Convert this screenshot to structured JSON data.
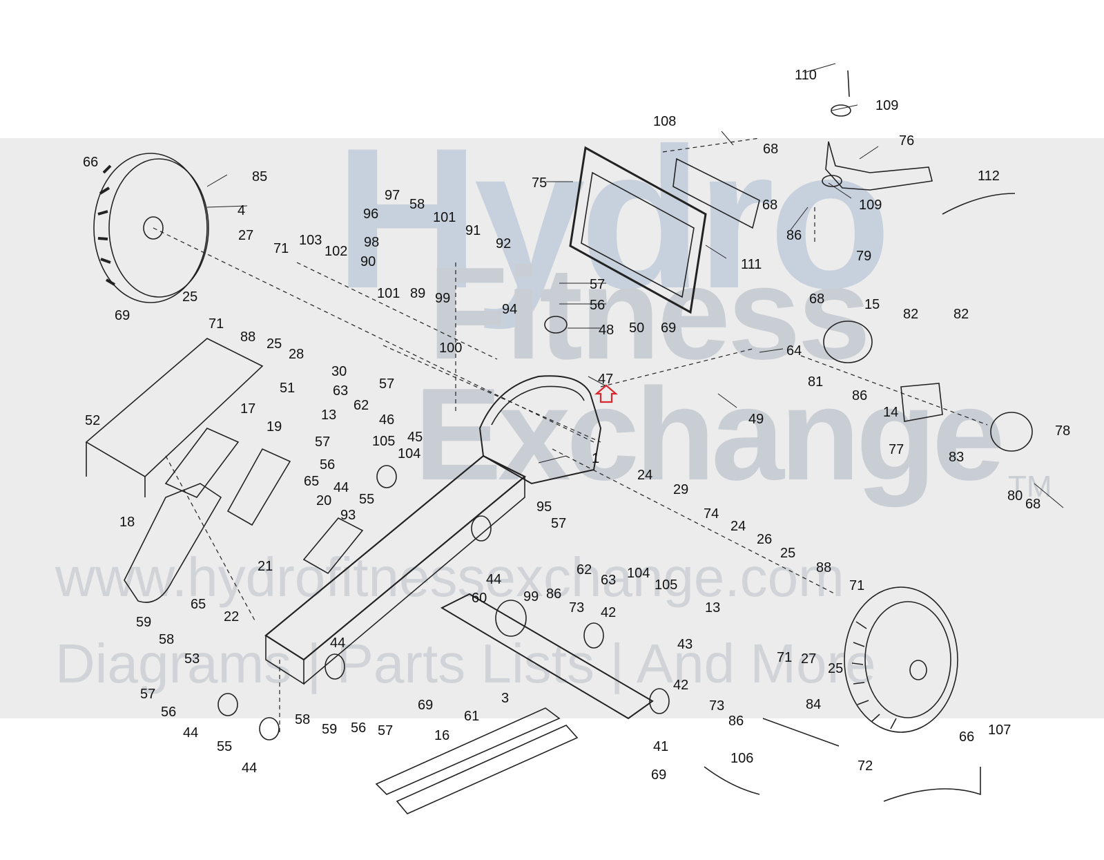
{
  "watermark": {
    "line1": "Hydro",
    "line2": "Fitness",
    "line3": "Exchange",
    "tm": "TM",
    "url": "www.hydrofitnessexchange.com",
    "tagline": "Diagrams | Parts Lists | And More"
  },
  "colors": {
    "line": "#222222",
    "band": "#ececec",
    "watermark": "#c9ced6",
    "pointer_arrow": "#d9262c"
  },
  "callouts": {
    "c110": "110",
    "c109a": "109",
    "c108": "108",
    "c68a": "68",
    "c76": "76",
    "c75": "75",
    "c68b": "68",
    "c109b": "109",
    "c112": "112",
    "c86a": "86",
    "c79": "79",
    "c111": "111",
    "c66a": "66",
    "c85": "85",
    "c4": "4",
    "c97": "97",
    "c58a": "58",
    "c96": "96",
    "c101a": "101",
    "c91": "91",
    "c98": "98",
    "c103": "103",
    "c102": "102",
    "c71a": "71",
    "c27a": "27",
    "c92": "92",
    "c90": "90",
    "c101b": "101",
    "c89": "89",
    "c25a": "25",
    "c94": "94",
    "c99a": "99",
    "c57a": "57",
    "c56a": "56",
    "c48": "48",
    "c68c": "68",
    "c15": "15",
    "c82a": "82",
    "c82b": "82",
    "c69a": "69",
    "c71b": "71",
    "c88a": "88",
    "c25b": "25",
    "c28": "28",
    "c100": "100",
    "c50": "50",
    "c69b": "69",
    "c64": "64",
    "c30": "30",
    "c47": "47",
    "c81": "81",
    "c86b": "86",
    "c51": "51",
    "c63a": "63",
    "c57b": "57",
    "c62a": "62",
    "c46": "46",
    "c49": "49",
    "c14": "14",
    "c52": "52",
    "c17": "17",
    "c19": "19",
    "c13a": "13",
    "c45": "45",
    "c83": "83",
    "c78": "78",
    "c77": "77",
    "c57c": "57",
    "c105a": "105",
    "c104a": "104",
    "c1": "1",
    "c56b": "56",
    "c65a": "65",
    "c44a": "44",
    "c55a": "55",
    "c24a": "24",
    "c29": "29",
    "c80": "80",
    "c68d": "68",
    "c18": "18",
    "c20": "20",
    "c93": "93",
    "c95": "95",
    "c74": "74",
    "c24b": "24",
    "c57d": "57",
    "c26": "26",
    "c25c": "25",
    "c21": "21",
    "c44b": "44",
    "c62b": "62",
    "c63b": "63",
    "c104b": "104",
    "c105b": "105",
    "c88b": "88",
    "c71c": "71",
    "c65b": "65",
    "c99b": "99",
    "c60": "60",
    "c86c": "86",
    "c13b": "13",
    "c73a": "73",
    "c42a": "42",
    "c59a": "59",
    "c22": "22",
    "c58b": "58",
    "c53": "53",
    "c44c": "44",
    "c43": "43",
    "c71d": "71",
    "c27b": "27",
    "c25d": "25",
    "c69c": "69",
    "c3": "3",
    "c61": "61",
    "c57e": "57",
    "c56c": "56",
    "c58c": "58",
    "c59b": "59",
    "c56d": "56",
    "c57f": "57",
    "c42b": "42",
    "c73b": "73",
    "c86d": "86",
    "c84": "84",
    "c66b": "66",
    "c107": "107",
    "c16": "16",
    "c44d": "44",
    "c55b": "55",
    "c44e": "44",
    "c41": "41",
    "c106": "106",
    "c72": "72",
    "c69d": "69"
  }
}
